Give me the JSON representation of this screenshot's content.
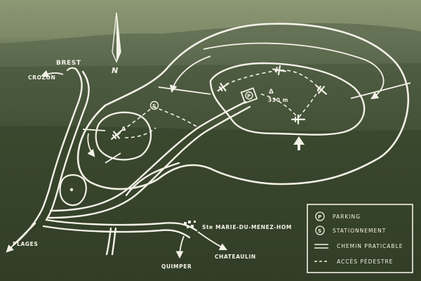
{
  "places": {
    "brest": "BREST",
    "crozon": "CROZON",
    "plages": "PLAGES",
    "quimper": "QUIMPER",
    "chateaulin": "CHATEAULIN",
    "village": "Ste MARIE-DU-MENEZ-HOM"
  },
  "summit": {
    "altitude": "330 m",
    "marker": "Δ"
  },
  "compass": {
    "label": "N"
  },
  "legend": {
    "items": [
      {
        "symbol": "P",
        "text": "PARKING"
      },
      {
        "symbol": "S",
        "text": "STATIONNEMENT"
      },
      {
        "symbol": "road",
        "text": "CHEMIN PRATICABLE"
      },
      {
        "symbol": "foot",
        "text": "ACCÈS PÉDESTRE"
      }
    ]
  },
  "colors": {
    "sky": "#8a9573",
    "hills": "#55624a",
    "ground": "#3c4a30",
    "ink": "#f4f1e8"
  }
}
